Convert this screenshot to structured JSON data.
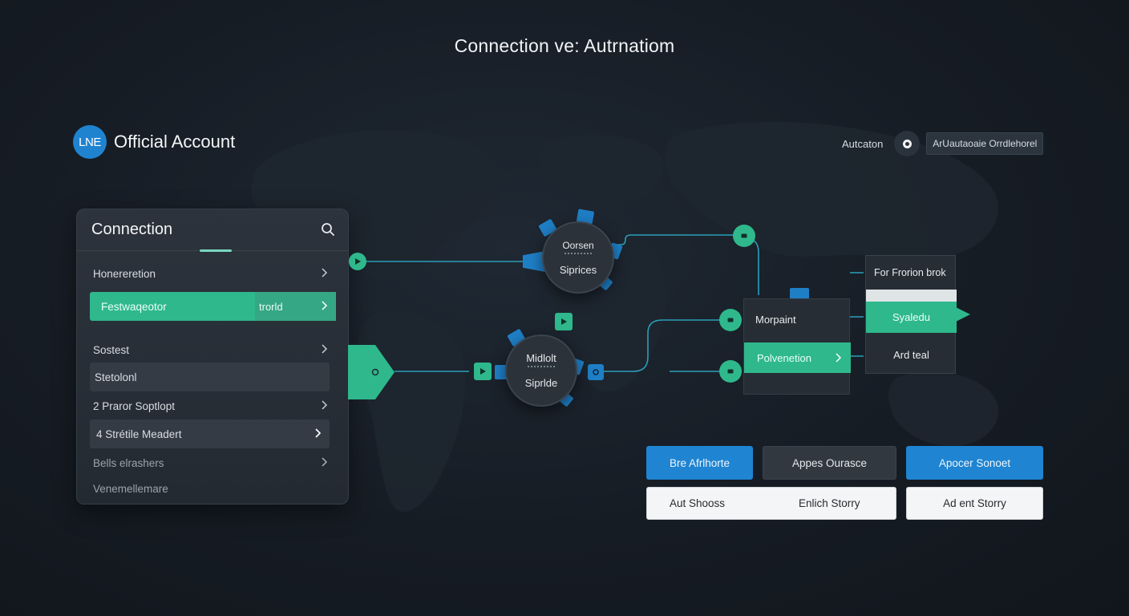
{
  "page_title": "Connection ve: Autrnatiom",
  "brand": {
    "logo_text": "LNE",
    "name": "Official Account"
  },
  "automation_bar": {
    "label": "Autcaton",
    "dropdown_value": "ArUautaoaie Orrdlehorel"
  },
  "connection_panel": {
    "title": "Connection",
    "items": [
      {
        "label": "Honereretion"
      },
      {
        "label": "Festwaqeotor",
        "tag": "trorld"
      },
      {
        "label": "Sostest"
      },
      {
        "label": "Stetolonl"
      },
      {
        "label": "2 Praror Soptlopt"
      },
      {
        "label": "4 Strétile Meadert"
      },
      {
        "label": "Bells elrashers"
      },
      {
        "label": "Venemellemare"
      }
    ]
  },
  "flow": {
    "gear_top": {
      "line1": "Oorsen",
      "line2": "Siprices"
    },
    "gear_mid": {
      "line1": "Midlolt",
      "line2": "Siprlde"
    },
    "node_card": {
      "title": "Morpaint",
      "button": "Polvenetion"
    },
    "right_card": {
      "title": "For Frorion brok",
      "highlight": "Syaledu",
      "footer": "Ard teal"
    }
  },
  "buttons_row1": [
    {
      "label": "Bre Afrlhorte"
    },
    {
      "label": "Appes Ourasce"
    },
    {
      "label": "Apocer Sonoet"
    }
  ],
  "buttons_row2": [
    {
      "label": "Aut Shooss",
      "label2": "Enlich Storry"
    },
    {
      "label": "Ad ent Storry"
    }
  ],
  "colors": {
    "accent_green": "#2fb88c",
    "accent_blue": "#1f84d1",
    "background": "#161c24"
  }
}
